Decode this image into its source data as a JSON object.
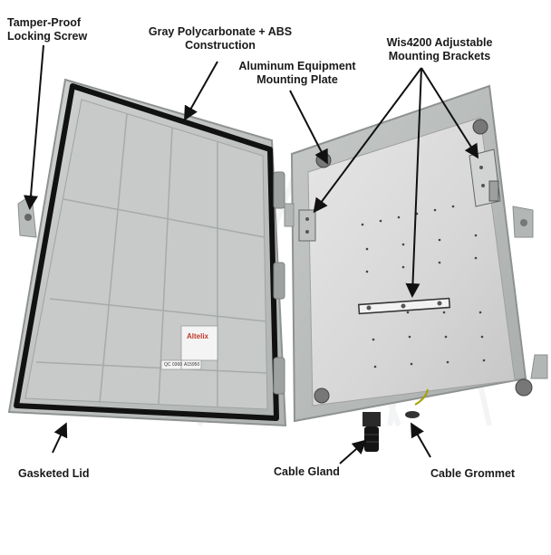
{
  "callouts": {
    "tamper_screw": [
      "Tamper-Proof",
      "Locking Screw"
    ],
    "construction": [
      "Gray Polycarbonate + ABS",
      "Construction"
    ],
    "mounting_plate": [
      "Aluminum Equipment",
      "Mounting Plate"
    ],
    "brackets": [
      "Wis4200 Adjustable",
      "Mounting Brackets"
    ],
    "gasketed_lid": "Gasketed Lid",
    "cable_gland": "Cable Gland",
    "cable_grommet": "Cable Grommet"
  },
  "product_sticker": {
    "brand": "Altelix",
    "code_left": "QC 0360",
    "code_right": "A15950"
  },
  "colors": {
    "enclosure_gray": "#b9bdbc",
    "lid_inner": "#c5c8c7",
    "gasket": "#111111",
    "plate": "#dcdcdc",
    "label_text": "#1a1a1a"
  }
}
